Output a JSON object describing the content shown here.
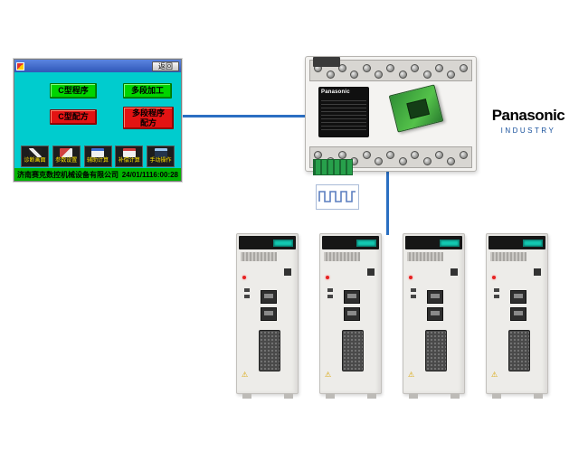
{
  "hmi": {
    "back_label": "返回",
    "buttons": [
      {
        "label": "C型程序",
        "style": "green"
      },
      {
        "label": "多段加工",
        "style": "green"
      },
      {
        "label": "C型配方",
        "style": "red"
      },
      {
        "label": "多段程序配方",
        "style": "red"
      }
    ],
    "toolbar": [
      {
        "label": "诊断画面"
      },
      {
        "label": "参数设置"
      },
      {
        "label": "辅助计算"
      },
      {
        "label": "补偿计算"
      },
      {
        "label": "手动操作"
      }
    ],
    "footer": {
      "company": "济南赛克数控机械设备有限公司",
      "datetime": "24/01/1116:00:28"
    }
  },
  "plc": {
    "brand": "Panasonic"
  },
  "logo": {
    "name": "Panasonic",
    "tagline": "INDUSTRY"
  },
  "diagram": {
    "line_color": "#2b6fc2",
    "hmi_screen_color": "#00ccce",
    "green_button_color": "#00d400",
    "red_button_color": "#e31313",
    "servo_display_color": "#13c9b2",
    "logo_blue": "#164f9b",
    "servo_count": 4
  }
}
